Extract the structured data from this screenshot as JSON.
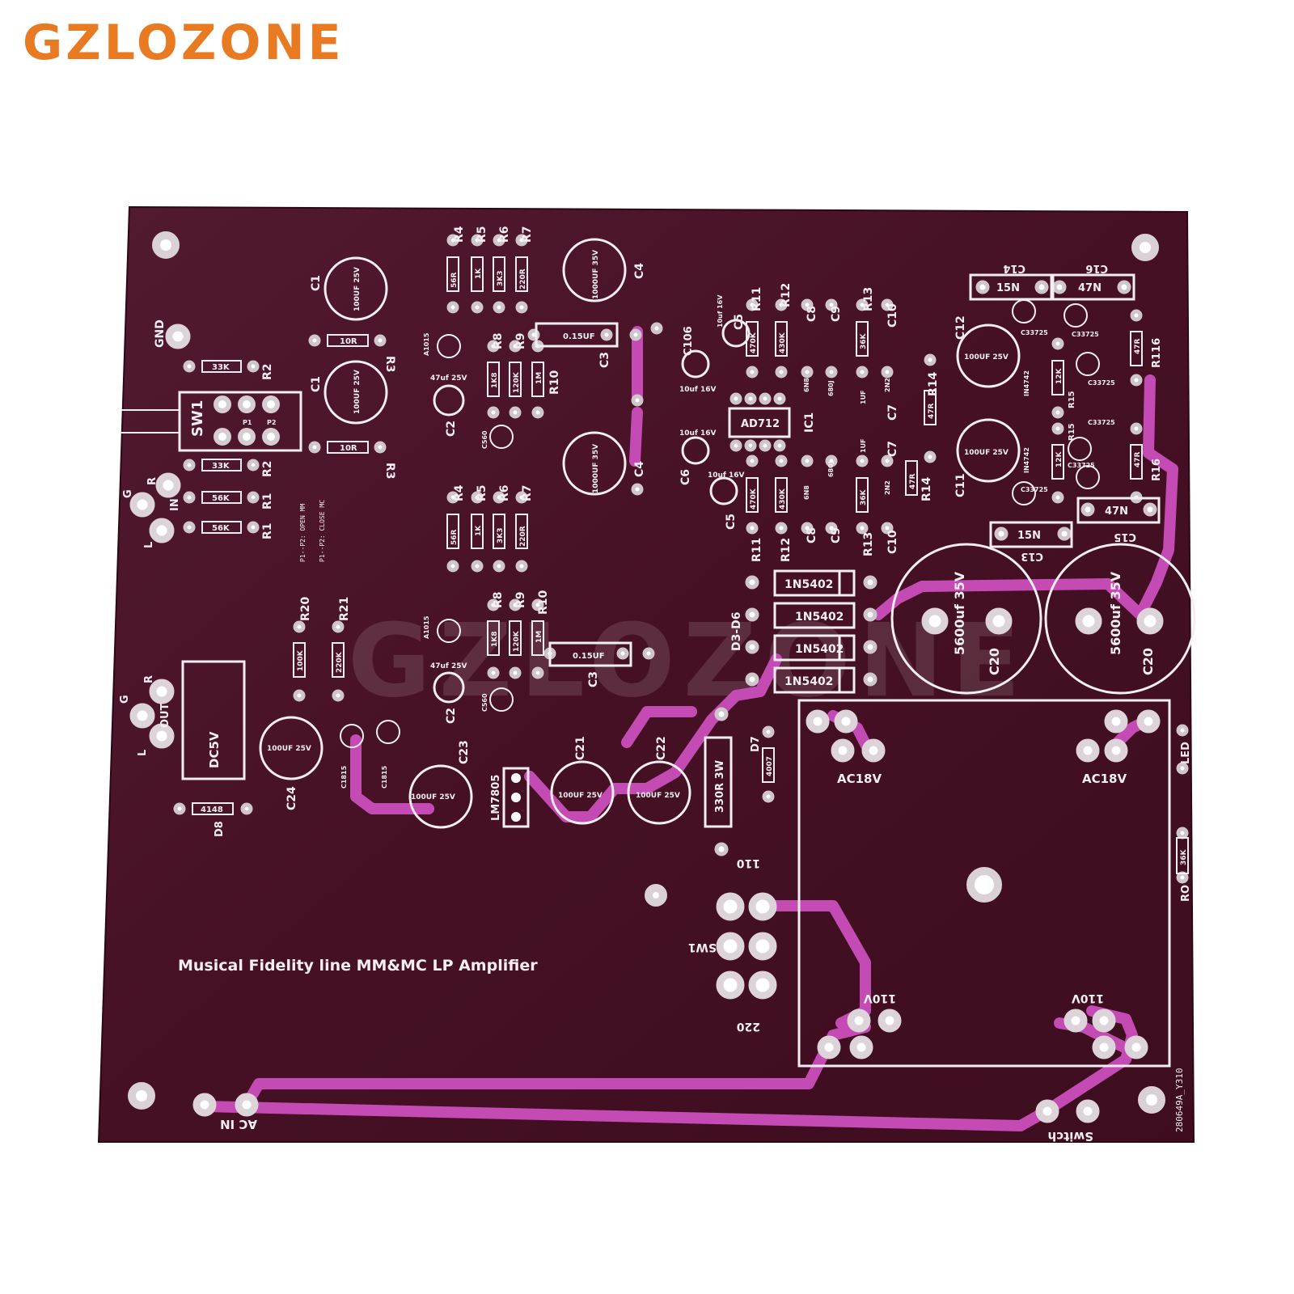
{
  "brand": {
    "name": "GZLOZONE",
    "color": "#e87a22"
  },
  "board": {
    "description_text": "Musical Fidelity line MM&MC LP Amplifier",
    "board_code": "280649A_Y310",
    "watermark": "GZLOZONE",
    "colors": {
      "substrate": "#4a1126",
      "trace": "#c54bb4",
      "silk": "#f2eef2"
    }
  },
  "labels": {
    "gnd": "GND",
    "sw1": "SW1",
    "p1": "P1",
    "p2": "P2",
    "in": "IN",
    "out": "OUT",
    "g": "G",
    "r": "R",
    "l": "L",
    "jumper_note_1": "P1--P2: OPEN MM",
    "jumper_note_2": "P1--P2: CLOSE MC",
    "dc5v": "DC5V",
    "d8": "D8",
    "v4148": "4148",
    "ac18v_left": "AC18V",
    "ac18v_right": "AC18V",
    "v110_left": "110V",
    "v110_right": "110V",
    "v110": "110",
    "v220": "220",
    "sw1_bottom": "SW1",
    "led": "LED",
    "ro": "RO",
    "v36k_ro": "36K",
    "ac_in": "AC  IN",
    "switch": "Switch",
    "lm7805": "LM7805",
    "r330": "330R 3W",
    "d7": "D7",
    "v4007": "4007",
    "d3d6": "D3-D6",
    "v1n5402": "1N5402",
    "c20": "C20",
    "v5600": "5600uf 35V",
    "ad712": "AD712",
    "ic1": "IC1",
    "v100uf25": "100UF 25V",
    "v1000uf35": "1000UF 35V",
    "v015uf": "0.15UF",
    "v47uf25": "47uf 25V",
    "v10uf16": "10uf 16V",
    "v10uf16b": "10uf 16V",
    "v15n": "15N",
    "v47n": "47N",
    "c14": "C14",
    "c16": "C16",
    "c13": "C13",
    "c15": "C15",
    "c12": "C12",
    "c11": "C11",
    "c1": "C1",
    "c2": "C2",
    "c3": "C3",
    "c4": "C4",
    "c5": "C5",
    "c6": "C6",
    "c7": "C7",
    "c8": "C8",
    "c9": "C9",
    "c10": "C10",
    "c106": "C106",
    "c21": "C21",
    "c22": "C22",
    "c23": "C23",
    "c24": "C24",
    "r1": "R1",
    "r2": "R2",
    "r3": "R3",
    "r4": "R4",
    "r5": "R5",
    "r6": "R6",
    "r7": "R7",
    "r8": "R8",
    "r9": "R9",
    "r10": "R10",
    "r11": "R11",
    "r12": "R12",
    "r13": "R13",
    "r14": "R14",
    "r15": "R15",
    "r16": "R16",
    "r116": "R116",
    "r20": "R20",
    "r21": "R21",
    "v10r": "10R",
    "v33k": "33K",
    "v56k": "56K",
    "v56r": "56R",
    "v1k": "1K",
    "v3k3": "3K3",
    "v220r": "220R",
    "v1k8": "1K8",
    "v120k": "120K",
    "v1m": "1M",
    "v470k": "470K",
    "v430k": "430K",
    "v36k": "36K",
    "v47r": "47R",
    "v100k": "100K",
    "v220k": "220K",
    "v12k": "12K",
    "v6n8": "6N8",
    "v680j": "680J",
    "v2n2": "2N2",
    "v1uf": "1UF",
    "a1015": "A1015",
    "c560": "C560",
    "c1815": "C1815",
    "c33725": "C33725",
    "in4742": "IN4742"
  }
}
